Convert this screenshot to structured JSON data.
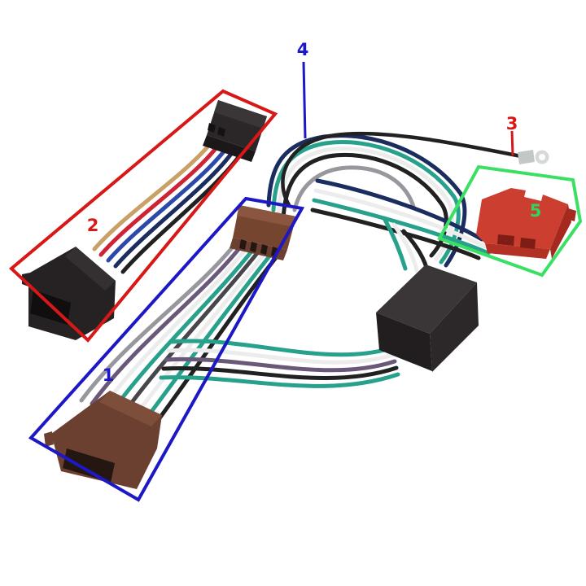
{
  "photo": {
    "background_color": "#ffffff"
  },
  "callouts": [
    {
      "text": "1",
      "color": "#1d18c6"
    },
    {
      "text": "2",
      "color": "#d81717"
    },
    {
      "text": "3",
      "color": "#d81717"
    },
    {
      "text": "4",
      "color": "#1d18c6"
    },
    {
      "text": "5",
      "color": "#30d55e"
    }
  ],
  "regions": {
    "blue_box_color": "#1d18c6",
    "red_box_color": "#d81717",
    "green_box_color": "#3ae063"
  },
  "wire_colors": {
    "tan": "#c9a167",
    "red": "#ce2334",
    "blue": "#2a49a8",
    "navy": "#1b2c5e",
    "black": "#212121",
    "gray": "#97979d",
    "dark_gray": "#47474b",
    "white": "#ececec",
    "teal": "#28a18c",
    "purple": "#6a5878"
  },
  "part_colors": {
    "black_connector": "#262223",
    "black_connector_top": "#343031",
    "connector_opening": "#100e0e",
    "brown_connector": "#6b4030",
    "brown_connector_top": "#7d4e3a",
    "brown_plug": "#75452f",
    "brown_plug_top": "#8a5640",
    "brown_slot": "#241610",
    "black_plug": "#2b2728",
    "black_plug_top": "#3a3536",
    "pin_strip": "#1c1819",
    "slot_dark": "#141111",
    "filter_box_top": "#3a3637",
    "filter_box_left": "#221e1f",
    "filter_box_right": "#2c2829",
    "red_connector_face": "#cc3e2f",
    "red_connector_side": "#a5291f",
    "red_connector_bottom": "#b33024",
    "red_connector_slot": "#7e1d15",
    "notch_white": "#ffffff",
    "ring_terminal": "#d6dad6",
    "ring_hole": "#fdfdfd",
    "ring_crimp": "#c4c8c4"
  }
}
